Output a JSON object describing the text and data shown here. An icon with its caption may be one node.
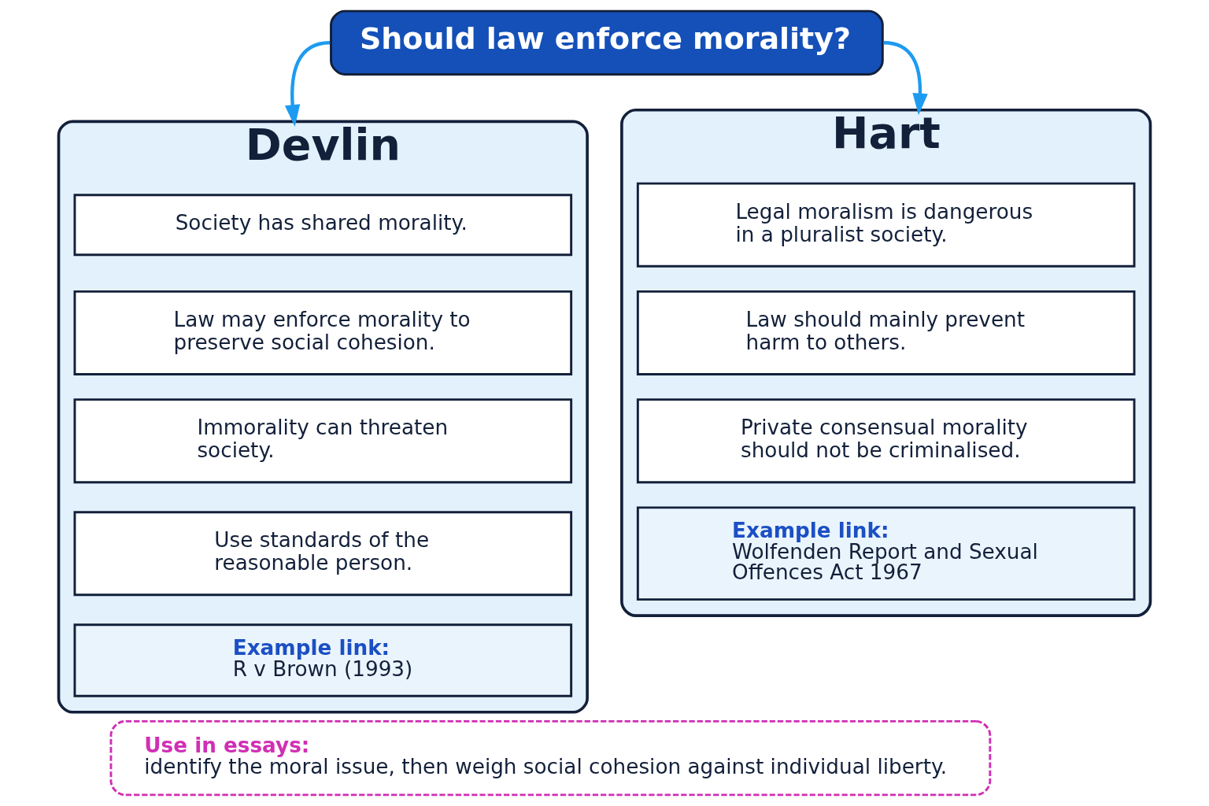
{
  "diagram": {
    "nodes": [
      {
        "text": [
          "Should law enforce morality?"
        ]
      },
      {
        "text": [
          "Devlin"
        ]
      },
      {
        "text": [
          "Society has shared morality."
        ],
        "in": 1
      },
      {
        "text": [
          "Law may enforce morality to preserve social cohesion."
        ],
        "in": 1
      },
      {
        "text": [
          "Immorality can threaten society."
        ],
        "in": 1
      },
      {
        "text": [
          "Use standards of the reasonable person."
        ],
        "in": 1
      },
      {
        "text": [
          "Example link:",
          "R v Brown (1993)"
        ],
        "in": 1
      },
      {
        "text": [
          "Hart"
        ]
      },
      {
        "text": [
          "Legal moralism is dangerous in a pluralist society."
        ],
        "in": 7
      },
      {
        "text": [
          "Law should mainly prevent harm to others."
        ],
        "in": 7
      },
      {
        "text": [
          "Private consensual morality should not be criminalised."
        ],
        "in": 7
      },
      {
        "text": [
          "Example link:",
          "Wolfenden Report and Sexual Offences Act 1967"
        ],
        "in": 7
      },
      {
        "text": [
          "Use in essays:",
          "identify the moral issue, then weigh social cohesion against individual liberty."
        ]
      }
    ],
    "edges": [
      {
        "from": 0,
        "to": 1,
        "arrow": "to"
      },
      {
        "from": 0,
        "to": 7,
        "arrow": "to"
      }
    ]
  }
}
